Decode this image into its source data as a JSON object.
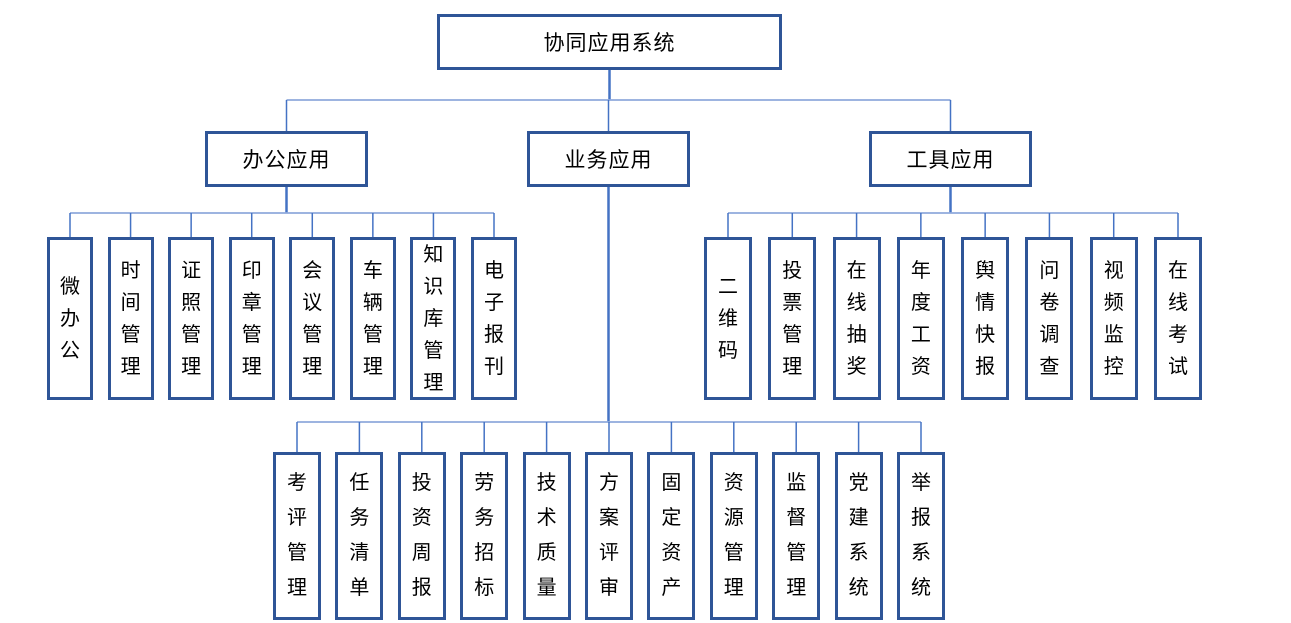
{
  "title": "协同应用系统",
  "root": {
    "label": "协同应用系统"
  },
  "branches": [
    {
      "label": "办公应用",
      "children": [
        "微办公",
        "时间管理",
        "证照管理",
        "印章管理",
        "会议管理",
        "车辆管理",
        "知识库管理",
        "电子报刊"
      ]
    },
    {
      "label": "业务应用",
      "children": [
        "考评管理",
        "任务清单",
        "投资周报",
        "劳务招标",
        "技术质量",
        "方案评审",
        "固定资产",
        "资源管理",
        "监督管理",
        "党建系统",
        "举报系统"
      ]
    },
    {
      "label": "工具应用",
      "children": [
        "二维码",
        "投票管理",
        "在线抽奖",
        "年度工资",
        "舆情快报",
        "问卷调查",
        "视频监控",
        "在线考试"
      ]
    }
  ],
  "colors": {
    "box_border": "#2F5597",
    "connector_light": "#8FAADC",
    "connector_medium": "#4472C4",
    "text": "#000000",
    "background": "#FFFFFF"
  }
}
